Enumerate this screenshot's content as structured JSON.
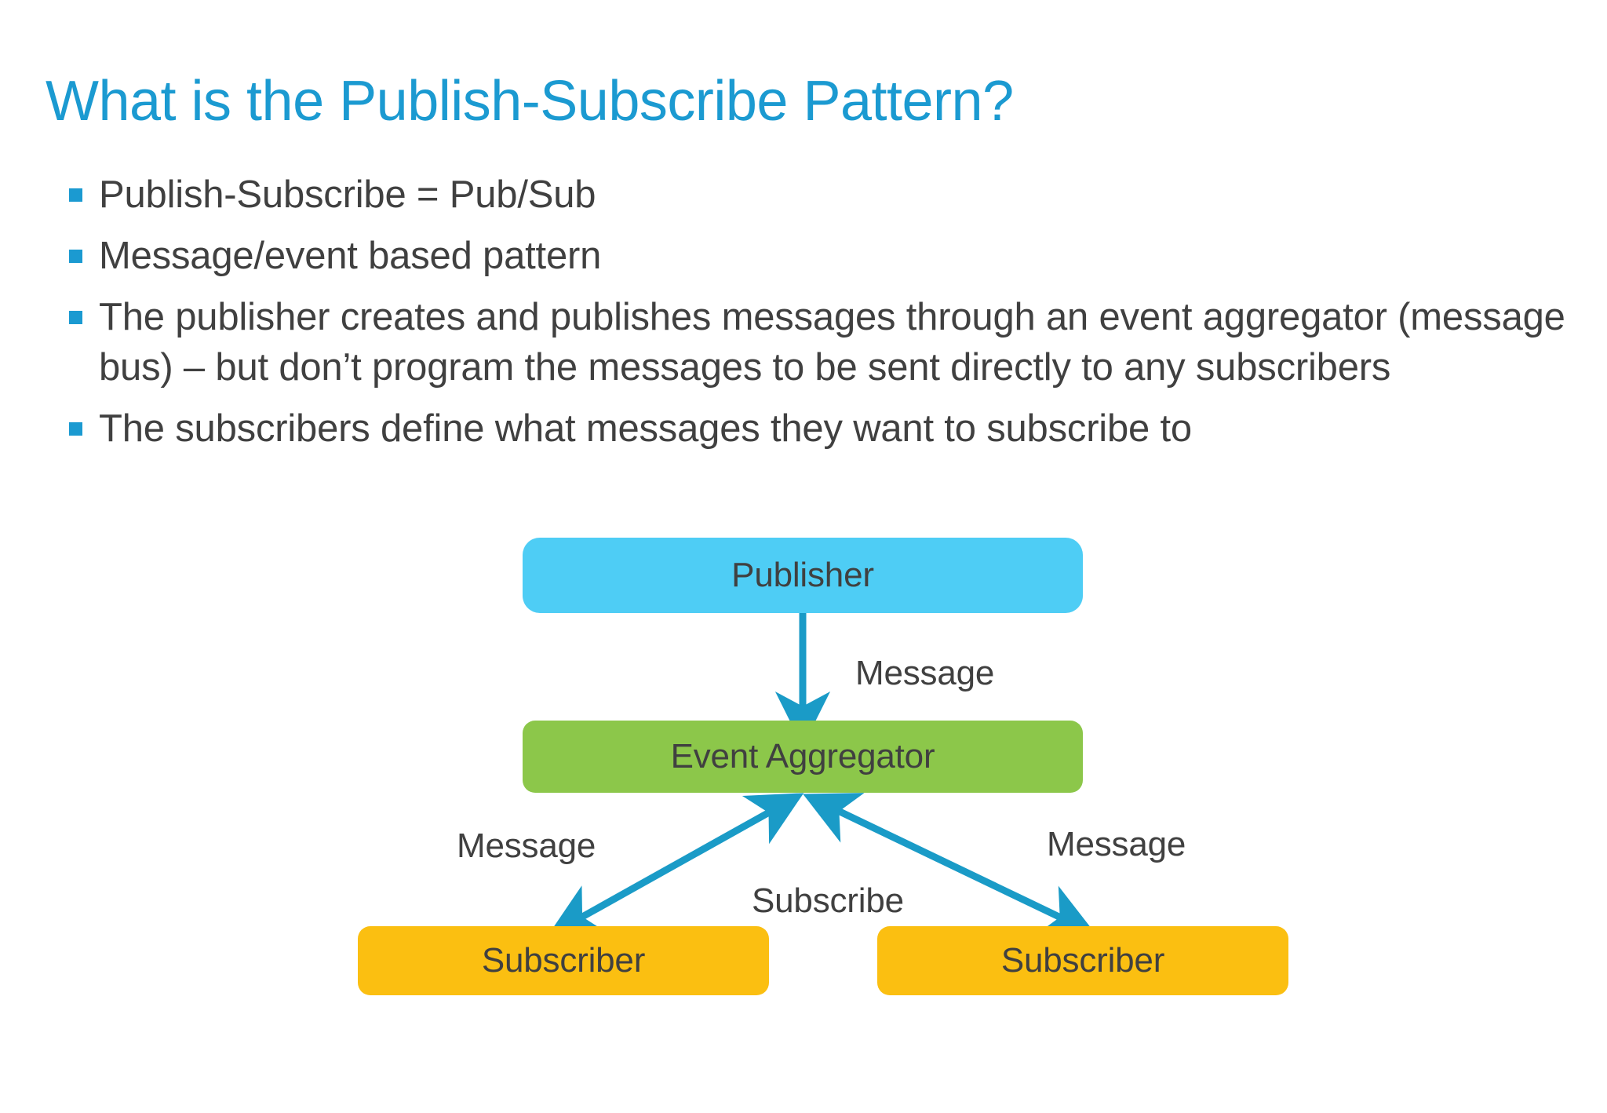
{
  "slide": {
    "title": "What is the Publish-Subscribe Pattern?",
    "title_color": "#1B9AD1",
    "body_color": "#404040",
    "background": "#FFFFFF"
  },
  "bullets": [
    {
      "text": "Publish-Subscribe = Pub/Sub"
    },
    {
      "text": "Message/event based pattern"
    },
    {
      "text": "The publisher creates and publishes messages through an event aggregator (message bus) – but don’t program the messages to be sent directly to any subscribers"
    },
    {
      "text": "The subscribers define what messages they want to subscribe to"
    }
  ],
  "diagram": {
    "nodes": [
      {
        "id": "publisher",
        "label": "Publisher",
        "color": "#4ECDF5"
      },
      {
        "id": "aggregator",
        "label": "Event Aggregator",
        "color": "#8CC74A"
      },
      {
        "id": "subscriber-left",
        "label": "Subscriber",
        "color": "#FBBF11"
      },
      {
        "id": "subscriber-right",
        "label": "Subscriber",
        "color": "#FBBF11"
      }
    ],
    "edges": [
      {
        "id": "publisher-to-aggregator",
        "label": "Message",
        "from": "publisher",
        "to": "aggregator",
        "arrow": "single",
        "color": "#1A9BC7"
      },
      {
        "id": "left-subscriber-message",
        "label": "Message",
        "from": "aggregator",
        "to": "subscriber-left",
        "arrow": "double",
        "color": "#1A9BC7"
      },
      {
        "id": "right-subscriber-message",
        "label": "Message",
        "from": "aggregator",
        "to": "subscriber-right",
        "arrow": "double",
        "color": "#1A9BC7"
      },
      {
        "id": "subscribe-edge",
        "label": "Subscribe",
        "from": "subscribers",
        "to": "aggregator",
        "arrow": "double",
        "color": "#1A9BC7"
      }
    ],
    "arrow_color": "#1A9BC7"
  }
}
